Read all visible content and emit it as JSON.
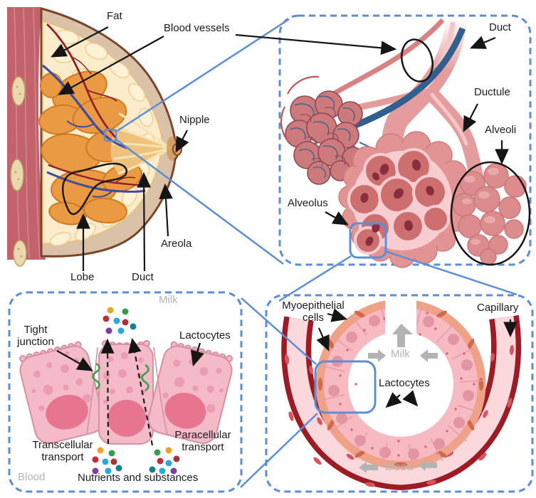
{
  "title": "Breast anatomy and milk secretion diagram",
  "colors": {
    "panel_border_blue": "#5b8ed5",
    "connector_blue": "#5b8ed5",
    "label_black": "#1b1b1b",
    "muted_gray_label": "#b5b5b5",
    "tight_junction_green": "#3fa34a",
    "capillary_dark_red": "#9c1b24",
    "lactocyte_pink": "#f5bac7",
    "gland_orange": "#ea9a43",
    "fat_cream": "#fceccb",
    "skin_tan": "#d9c2a7",
    "vein_blue": "#3c4da1",
    "artery_red": "#8e2130"
  },
  "nutrient_dot_colors": [
    "#eda229",
    "#359e4c",
    "#bf3036",
    "#2aa7dc",
    "#a93238",
    "#15808d",
    "#7b3f9e"
  ],
  "panels": {
    "breast": {
      "labels": {
        "fat": "Fat",
        "blood_vessels": "Blood vessels",
        "nipple": "Nipple",
        "areola": "Areola",
        "lobe": "Lobe",
        "duct": "Duct"
      }
    },
    "duct_alveoli": {
      "labels": {
        "duct": "Duct",
        "ductule": "Ductule",
        "alveoli": "Alveoli",
        "alveolus": "Alveolus"
      }
    },
    "lactocyte_detail": {
      "labels": {
        "milk": "Milk",
        "tight_junction": "Tight junction",
        "lactocytes": "Lactocytes",
        "transcellular_transport": "Transcellular transport",
        "paracellular_transport": "Paracellular transport",
        "blood": "Blood",
        "nutrients": "Nutrients and substances"
      }
    },
    "alveolus_cross_section": {
      "labels": {
        "myoepithelial_cells": "Myoepithelial cells",
        "capillary": "Capillary",
        "milk": "Milk",
        "lactocytes": "Lactocytes",
        "blood": "Blood"
      }
    }
  }
}
